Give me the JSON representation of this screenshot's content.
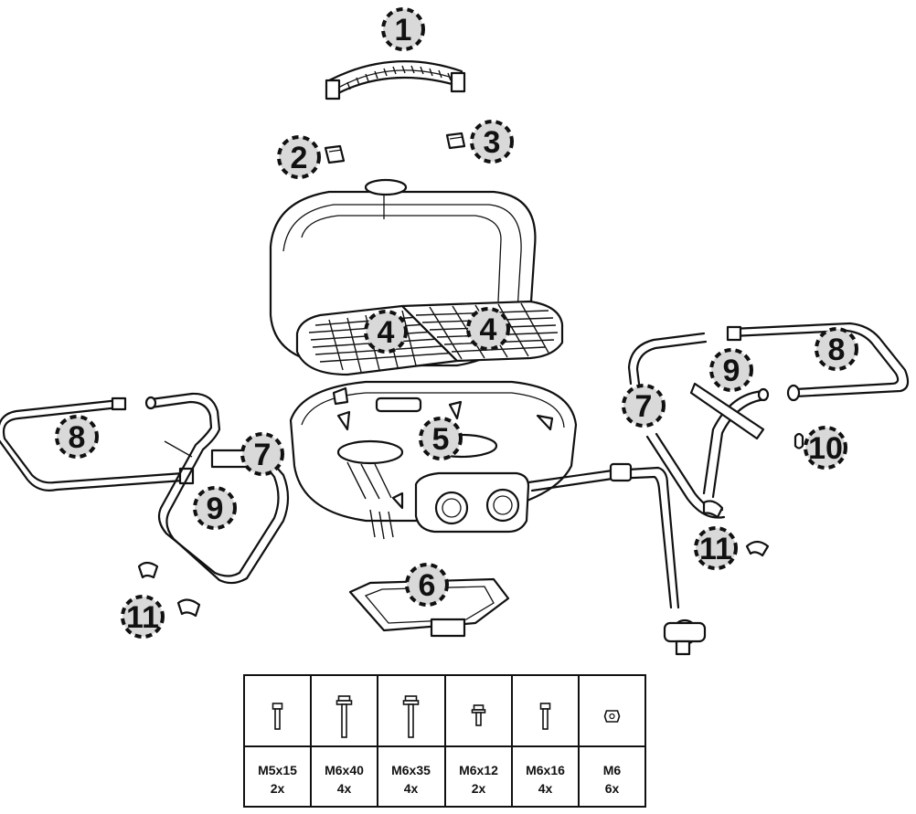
{
  "callouts": [
    "1",
    "2",
    "3",
    "4",
    "4",
    "5",
    "6",
    "7",
    "7",
    "8",
    "8",
    "9",
    "9",
    "10",
    "11",
    "11"
  ],
  "hardware": [
    {
      "size": "M5x15",
      "qty": "2x",
      "icon": "short-bolt-icon"
    },
    {
      "size": "M6x40",
      "qty": "4x",
      "icon": "long-flange-bolt-icon"
    },
    {
      "size": "M6x35",
      "qty": "4x",
      "icon": "long-flange-bolt-icon"
    },
    {
      "size": "M6x12",
      "qty": "2x",
      "icon": "short-flange-bolt-icon"
    },
    {
      "size": "M6x16",
      "qty": "4x",
      "icon": "short-bolt-icon"
    },
    {
      "size": "M6",
      "qty": "6x",
      "icon": "nut-icon"
    }
  ],
  "colors": {
    "line": "#111111",
    "callout_fill": "#d9d9d9",
    "background": "#ffffff"
  }
}
